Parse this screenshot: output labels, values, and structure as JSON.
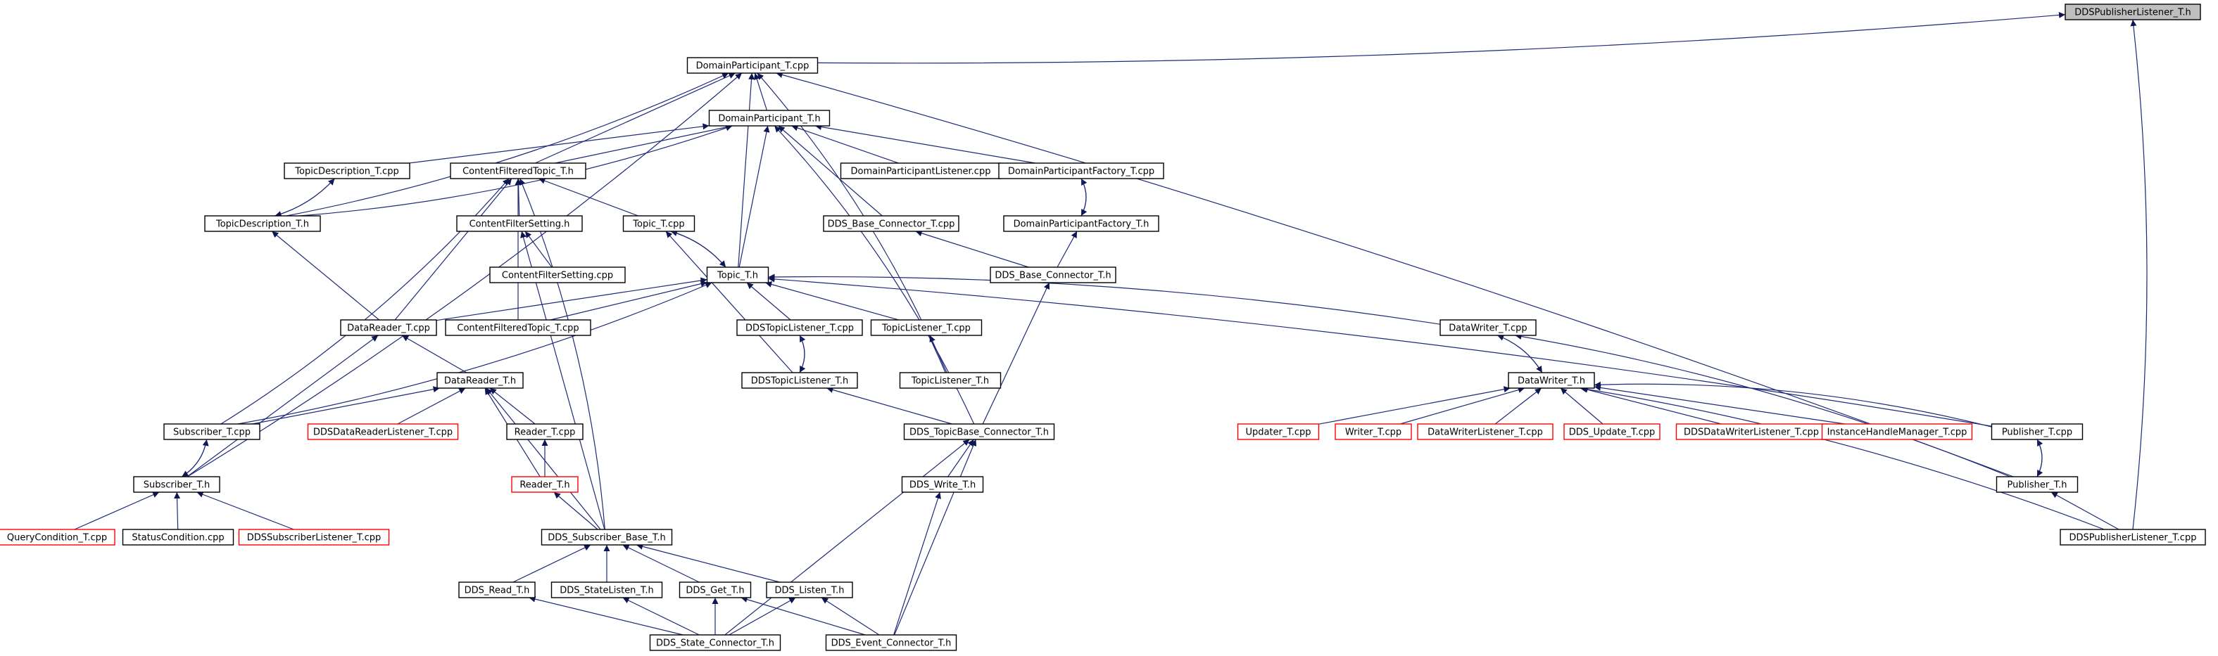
{
  "colors": {
    "edge": "#1e2a78",
    "arrowhead": "#0d1552",
    "node_border": "#000000",
    "node_border_truncated": "#ff0000",
    "root_fill": "#bfbfbf",
    "node_fill": "#ffffff",
    "text": "#000000"
  },
  "nodes": [
    {
      "id": "dds_publisher_listener_h",
      "label": "DDSPublisherListener_T.h",
      "style": "root"
    },
    {
      "id": "domain_participant_cpp",
      "label": "DomainParticipant_T.cpp",
      "style": "normal"
    },
    {
      "id": "domain_participant_h",
      "label": "DomainParticipant_T.h",
      "style": "normal"
    },
    {
      "id": "topic_description_cpp",
      "label": "TopicDescription_T.cpp",
      "style": "normal"
    },
    {
      "id": "content_filtered_topic_h",
      "label": "ContentFilteredTopic_T.h",
      "style": "normal"
    },
    {
      "id": "domain_participant_listener_cpp",
      "label": "DomainParticipantListener.cpp",
      "style": "normal"
    },
    {
      "id": "domain_participant_factory_cpp",
      "label": "DomainParticipantFactory_T.cpp",
      "style": "normal"
    },
    {
      "id": "topic_description_h",
      "label": "TopicDescription_T.h",
      "style": "normal"
    },
    {
      "id": "content_filter_setting_h",
      "label": "ContentFilterSetting.h",
      "style": "normal"
    },
    {
      "id": "topic_cpp",
      "label": "Topic_T.cpp",
      "style": "normal"
    },
    {
      "id": "dds_base_connector_cpp",
      "label": "DDS_Base_Connector_T.cpp",
      "style": "normal"
    },
    {
      "id": "domain_participant_factory_h",
      "label": "DomainParticipantFactory_T.h",
      "style": "normal"
    },
    {
      "id": "content_filter_setting_cpp",
      "label": "ContentFilterSetting.cpp",
      "style": "normal"
    },
    {
      "id": "topic_h",
      "label": "Topic_T.h",
      "style": "normal"
    },
    {
      "id": "dds_base_connector_h",
      "label": "DDS_Base_Connector_T.h",
      "style": "normal"
    },
    {
      "id": "data_reader_cpp",
      "label": "DataReader_T.cpp",
      "style": "normal"
    },
    {
      "id": "content_filtered_topic_cpp",
      "label": "ContentFilteredTopic_T.cpp",
      "style": "normal"
    },
    {
      "id": "dds_topic_listener_cpp",
      "label": "DDSTopicListener_T.cpp",
      "style": "normal"
    },
    {
      "id": "topic_listener_cpp",
      "label": "TopicListener_T.cpp",
      "style": "normal"
    },
    {
      "id": "data_writer_cpp",
      "label": "DataWriter_T.cpp",
      "style": "normal"
    },
    {
      "id": "data_reader_h",
      "label": "DataReader_T.h",
      "style": "normal"
    },
    {
      "id": "dds_topic_listener_h",
      "label": "DDSTopicListener_T.h",
      "style": "normal"
    },
    {
      "id": "topic_listener_h",
      "label": "TopicListener_T.h",
      "style": "normal"
    },
    {
      "id": "data_writer_h",
      "label": "DataWriter_T.h",
      "style": "normal"
    },
    {
      "id": "subscriber_cpp",
      "label": "Subscriber_T.cpp",
      "style": "normal"
    },
    {
      "id": "dds_data_reader_listener_cpp",
      "label": "DDSDataReaderListener_T.cpp",
      "style": "truncated"
    },
    {
      "id": "reader_cpp",
      "label": "Reader_T.cpp",
      "style": "normal"
    },
    {
      "id": "dds_topic_base_connector_h",
      "label": "DDS_TopicBase_Connector_T.h",
      "style": "normal"
    },
    {
      "id": "updater_cpp",
      "label": "Updater_T.cpp",
      "style": "truncated"
    },
    {
      "id": "writer_cpp",
      "label": "Writer_T.cpp",
      "style": "truncated"
    },
    {
      "id": "data_writer_listener_cpp",
      "label": "DataWriterListener_T.cpp",
      "style": "truncated"
    },
    {
      "id": "dds_update_cpp",
      "label": "DDS_Update_T.cpp",
      "style": "truncated"
    },
    {
      "id": "dds_data_writer_listener_cpp",
      "label": "DDSDataWriterListener_T.cpp",
      "style": "truncated"
    },
    {
      "id": "instance_handle_manager_cpp",
      "label": "InstanceHandleManager_T.cpp",
      "style": "truncated"
    },
    {
      "id": "publisher_cpp",
      "label": "Publisher_T.cpp",
      "style": "normal"
    },
    {
      "id": "subscriber_h",
      "label": "Subscriber_T.h",
      "style": "normal"
    },
    {
      "id": "reader_h",
      "label": "Reader_T.h",
      "style": "truncated"
    },
    {
      "id": "dds_write_h",
      "label": "DDS_Write_T.h",
      "style": "normal"
    },
    {
      "id": "publisher_h",
      "label": "Publisher_T.h",
      "style": "normal"
    },
    {
      "id": "query_condition_cpp",
      "label": "QueryCondition_T.cpp",
      "style": "truncated"
    },
    {
      "id": "status_condition_cpp",
      "label": "StatusCondition.cpp",
      "style": "normal"
    },
    {
      "id": "dds_subscriber_listener_cpp",
      "label": "DDSSubscriberListener_T.cpp",
      "style": "truncated"
    },
    {
      "id": "dds_subscriber_base_h",
      "label": "DDS_Subscriber_Base_T.h",
      "style": "normal"
    },
    {
      "id": "dds_publisher_listener_cpp",
      "label": "DDSPublisherListener_T.cpp",
      "style": "normal"
    },
    {
      "id": "dds_read_h",
      "label": "DDS_Read_T.h",
      "style": "normal"
    },
    {
      "id": "dds_state_listen_h",
      "label": "DDS_StateListen_T.h",
      "style": "normal"
    },
    {
      "id": "dds_get_h",
      "label": "DDS_Get_T.h",
      "style": "normal"
    },
    {
      "id": "dds_listen_h",
      "label": "DDS_Listen_T.h",
      "style": "normal"
    },
    {
      "id": "dds_state_connector_h",
      "label": "DDS_State_Connector_T.h",
      "style": "normal"
    },
    {
      "id": "dds_event_connector_h",
      "label": "DDS_Event_Connector_T.h",
      "style": "normal"
    }
  ],
  "edges": [
    [
      "domain_participant_cpp",
      "dds_publisher_listener_h"
    ],
    [
      "dds_publisher_listener_cpp",
      "dds_publisher_listener_h"
    ],
    [
      "domain_participant_h",
      "domain_participant_cpp"
    ],
    [
      "topic_h",
      "domain_participant_cpp"
    ],
    [
      "content_filtered_topic_h",
      "domain_participant_cpp"
    ],
    [
      "topic_description_h",
      "domain_participant_cpp"
    ],
    [
      "subscriber_h",
      "domain_participant_cpp"
    ],
    [
      "publisher_h",
      "domain_participant_cpp"
    ],
    [
      "topic_listener_h",
      "domain_participant_cpp"
    ],
    [
      "topic_description_cpp",
      "domain_participant_h"
    ],
    [
      "content_filtered_topic_h",
      "domain_participant_h"
    ],
    [
      "domain_participant_listener_cpp",
      "domain_participant_h"
    ],
    [
      "domain_participant_factory_cpp",
      "domain_participant_h"
    ],
    [
      "dds_base_connector_cpp",
      "domain_participant_h"
    ],
    [
      "topic_h",
      "domain_participant_h"
    ],
    [
      "topic_description_h",
      "domain_participant_h"
    ],
    [
      "dds_topic_base_connector_h",
      "domain_participant_h"
    ],
    [
      "topic_description_h",
      "topic_description_cpp"
    ],
    [
      "topic_description_cpp",
      "topic_description_h"
    ],
    [
      "data_reader_cpp",
      "topic_description_h"
    ],
    [
      "content_filter_setting_h",
      "content_filtered_topic_h"
    ],
    [
      "topic_cpp",
      "content_filtered_topic_h"
    ],
    [
      "content_filtered_topic_cpp",
      "content_filtered_topic_h"
    ],
    [
      "data_reader_cpp",
      "content_filtered_topic_h"
    ],
    [
      "subscriber_cpp",
      "content_filtered_topic_h"
    ],
    [
      "dds_subscriber_base_h",
      "content_filtered_topic_h"
    ],
    [
      "domain_participant_factory_h",
      "domain_participant_factory_cpp"
    ],
    [
      "domain_participant_factory_cpp",
      "domain_participant_factory_h"
    ],
    [
      "content_filter_setting_cpp",
      "content_filter_setting_h"
    ],
    [
      "dds_subscriber_base_h",
      "content_filter_setting_h"
    ],
    [
      "topic_h",
      "topic_cpp"
    ],
    [
      "topic_cpp",
      "topic_h"
    ],
    [
      "dds_topic_listener_h",
      "topic_cpp"
    ],
    [
      "dds_base_connector_h",
      "dds_base_connector_cpp"
    ],
    [
      "dds_base_connector_h",
      "domain_participant_factory_h"
    ],
    [
      "dds_topic_base_connector_h",
      "dds_base_connector_h"
    ],
    [
      "data_reader_cpp",
      "topic_h"
    ],
    [
      "content_filtered_topic_cpp",
      "topic_h"
    ],
    [
      "dds_topic_listener_cpp",
      "topic_h"
    ],
    [
      "topic_listener_cpp",
      "topic_h"
    ],
    [
      "data_writer_cpp",
      "topic_h"
    ],
    [
      "subscriber_cpp",
      "topic_h"
    ],
    [
      "publisher_cpp",
      "topic_h"
    ],
    [
      "data_reader_h",
      "data_reader_cpp"
    ],
    [
      "subscriber_h",
      "data_reader_cpp"
    ],
    [
      "dds_topic_listener_h",
      "dds_topic_listener_cpp"
    ],
    [
      "dds_topic_listener_cpp",
      "dds_topic_listener_h"
    ],
    [
      "topic_listener_h",
      "topic_listener_cpp"
    ],
    [
      "data_writer_h",
      "data_writer_cpp"
    ],
    [
      "data_writer_cpp",
      "data_writer_h"
    ],
    [
      "publisher_h",
      "data_writer_cpp"
    ],
    [
      "subscriber_cpp",
      "data_reader_h"
    ],
    [
      "dds_data_reader_listener_cpp",
      "data_reader_h"
    ],
    [
      "reader_cpp",
      "data_reader_h"
    ],
    [
      "reader_h",
      "data_reader_h"
    ],
    [
      "dds_subscriber_base_h",
      "data_reader_h"
    ],
    [
      "dds_topic_base_connector_h",
      "dds_topic_listener_h"
    ],
    [
      "updater_cpp",
      "data_writer_h"
    ],
    [
      "writer_cpp",
      "data_writer_h"
    ],
    [
      "data_writer_listener_cpp",
      "data_writer_h"
    ],
    [
      "dds_update_cpp",
      "data_writer_h"
    ],
    [
      "dds_data_writer_listener_cpp",
      "data_writer_h"
    ],
    [
      "instance_handle_manager_cpp",
      "data_writer_h"
    ],
    [
      "publisher_cpp",
      "data_writer_h"
    ],
    [
      "dds_publisher_listener_cpp",
      "data_writer_h"
    ],
    [
      "subscriber_h",
      "subscriber_cpp"
    ],
    [
      "subscriber_cpp",
      "subscriber_h"
    ],
    [
      "reader_h",
      "reader_cpp"
    ],
    [
      "dds_write_h",
      "dds_topic_base_connector_h"
    ],
    [
      "dds_state_connector_h",
      "dds_topic_base_connector_h"
    ],
    [
      "dds_event_connector_h",
      "dds_topic_base_connector_h"
    ],
    [
      "publisher_h",
      "publisher_cpp"
    ],
    [
      "publisher_cpp",
      "publisher_h"
    ],
    [
      "query_condition_cpp",
      "subscriber_h"
    ],
    [
      "status_condition_cpp",
      "subscriber_h"
    ],
    [
      "dds_subscriber_listener_cpp",
      "subscriber_h"
    ],
    [
      "dds_subscriber_base_h",
      "reader_h"
    ],
    [
      "dds_event_connector_h",
      "dds_write_h"
    ],
    [
      "dds_publisher_listener_cpp",
      "publisher_h"
    ],
    [
      "dds_read_h",
      "dds_subscriber_base_h"
    ],
    [
      "dds_state_listen_h",
      "dds_subscriber_base_h"
    ],
    [
      "dds_get_h",
      "dds_subscriber_base_h"
    ],
    [
      "dds_listen_h",
      "dds_subscriber_base_h"
    ],
    [
      "dds_state_connector_h",
      "dds_read_h"
    ],
    [
      "dds_state_connector_h",
      "dds_state_listen_h"
    ],
    [
      "dds_state_connector_h",
      "dds_get_h"
    ],
    [
      "dds_event_connector_h",
      "dds_get_h"
    ],
    [
      "dds_state_connector_h",
      "dds_listen_h"
    ],
    [
      "dds_event_connector_h",
      "dds_listen_h"
    ]
  ]
}
